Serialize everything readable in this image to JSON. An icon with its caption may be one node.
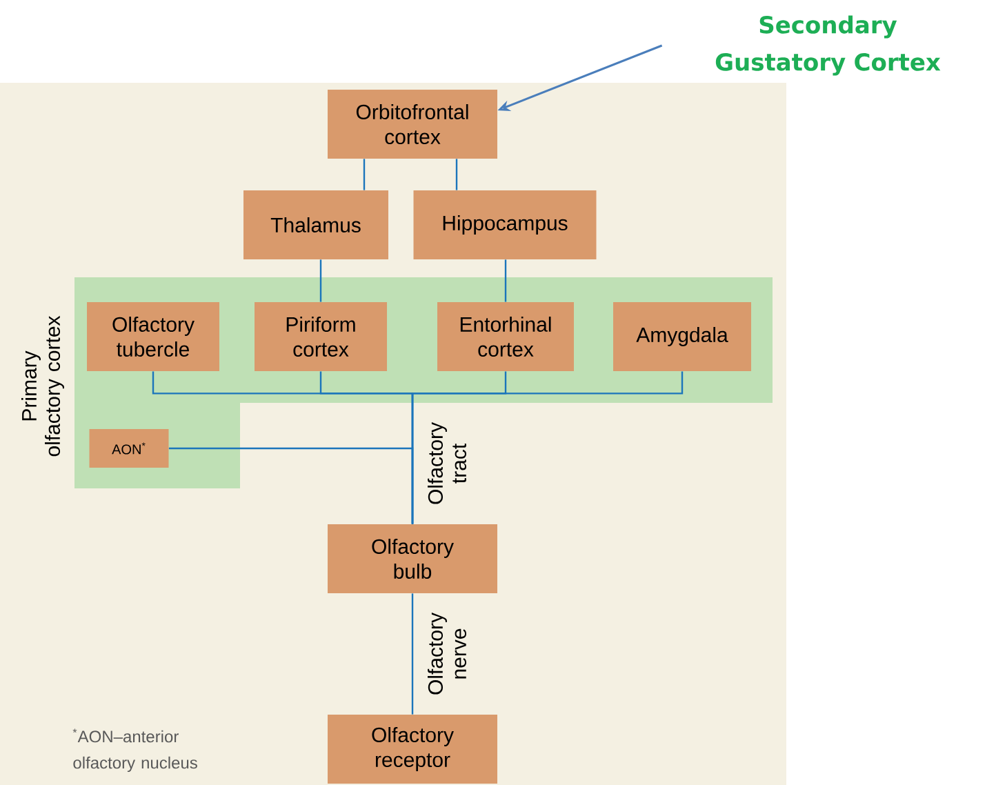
{
  "diagram": {
    "nodes": [
      {
        "text": [
          "Primary olfactory cortex"
        ]
      },
      {
        "text": [
          "Orbitofrontal cortex"
        ]
      },
      {
        "text": [
          "Thalamus"
        ]
      },
      {
        "text": [
          "Hippocampus"
        ]
      },
      {
        "text": [
          "Olfactory tubercle"
        ],
        "in": 0
      },
      {
        "text": [
          "Piriform cortex"
        ],
        "in": 0
      },
      {
        "text": [
          "Entorhinal cortex"
        ],
        "in": 0
      },
      {
        "text": [
          "Amygdala"
        ],
        "in": 0
      },
      {
        "text": [
          "AON$^{*}$"
        ],
        "in": 0
      },
      {
        "text": [
          "Olfactory bulb"
        ]
      },
      {
        "text": [
          "Olfactory receptor"
        ]
      },
      {
        "text": [
          "Secondary Gustatory Cortex"
        ]
      }
    ],
    "edges": [
      {
        "from": 11,
        "to": 1,
        "arrow": "to",
        "color": "#4a7ebb"
      },
      {
        "from": 1,
        "to": 2,
        "arrow": "none"
      },
      {
        "from": 1,
        "to": 3,
        "arrow": "none"
      },
      {
        "from": 2,
        "to": 5,
        "arrow": "none"
      },
      {
        "from": 3,
        "to": 6,
        "arrow": "none"
      },
      {
        "from": 9,
        "to": 4,
        "arrow": "none"
      },
      {
        "from": 9,
        "to": 5,
        "arrow": "none",
        "label": "Olfactory tract"
      },
      {
        "from": 9,
        "to": 6,
        "arrow": "none"
      },
      {
        "from": 9,
        "to": 7,
        "arrow": "none"
      },
      {
        "from": 9,
        "to": 8,
        "arrow": "none"
      },
      {
        "from": 10,
        "to": 9,
        "arrow": "none",
        "label": "Olfactory nerve"
      }
    ],
    "labels": [
      "$^{*}$AON–anterior olfactory nucleus"
    ]
  }
}
